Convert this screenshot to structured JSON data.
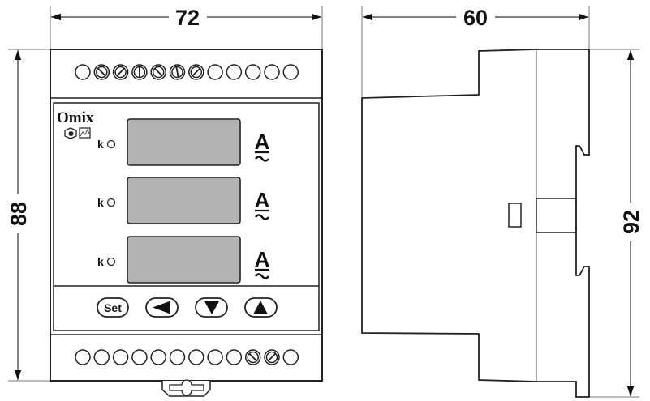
{
  "dimensions": {
    "front_width": "72",
    "front_height": "88",
    "side_depth": "60",
    "side_height": "92"
  },
  "front_panel": {
    "brand": "Omix",
    "certification_icons": [
      "eac-mark-icon",
      "measurement-approval-icon"
    ],
    "channels": [
      {
        "multiplier_label": "k",
        "unit": "A",
        "unit_suffix": "~",
        "display_color": "#b3b3b3"
      },
      {
        "multiplier_label": "k",
        "unit": "A",
        "unit_suffix": "~",
        "display_color": "#b3b3b3"
      },
      {
        "multiplier_label": "k",
        "unit": "A",
        "unit_suffix": "~",
        "display_color": "#b3b3b3"
      }
    ],
    "buttons": [
      {
        "name": "set",
        "label": "Set"
      },
      {
        "name": "left",
        "icon": "arrow-left-icon"
      },
      {
        "name": "down",
        "icon": "arrow-down-icon"
      },
      {
        "name": "up",
        "icon": "arrow-up-icon"
      }
    ]
  },
  "terminals": {
    "top": [
      "empty",
      "screw",
      "screw",
      "screw",
      "screw",
      "screw",
      "screw",
      "empty",
      "empty",
      "empty",
      "empty",
      "empty"
    ],
    "bottom": [
      "empty",
      "empty",
      "empty",
      "empty",
      "empty",
      "empty",
      "empty",
      "empty",
      "empty",
      "screw",
      "screw",
      "empty"
    ]
  }
}
